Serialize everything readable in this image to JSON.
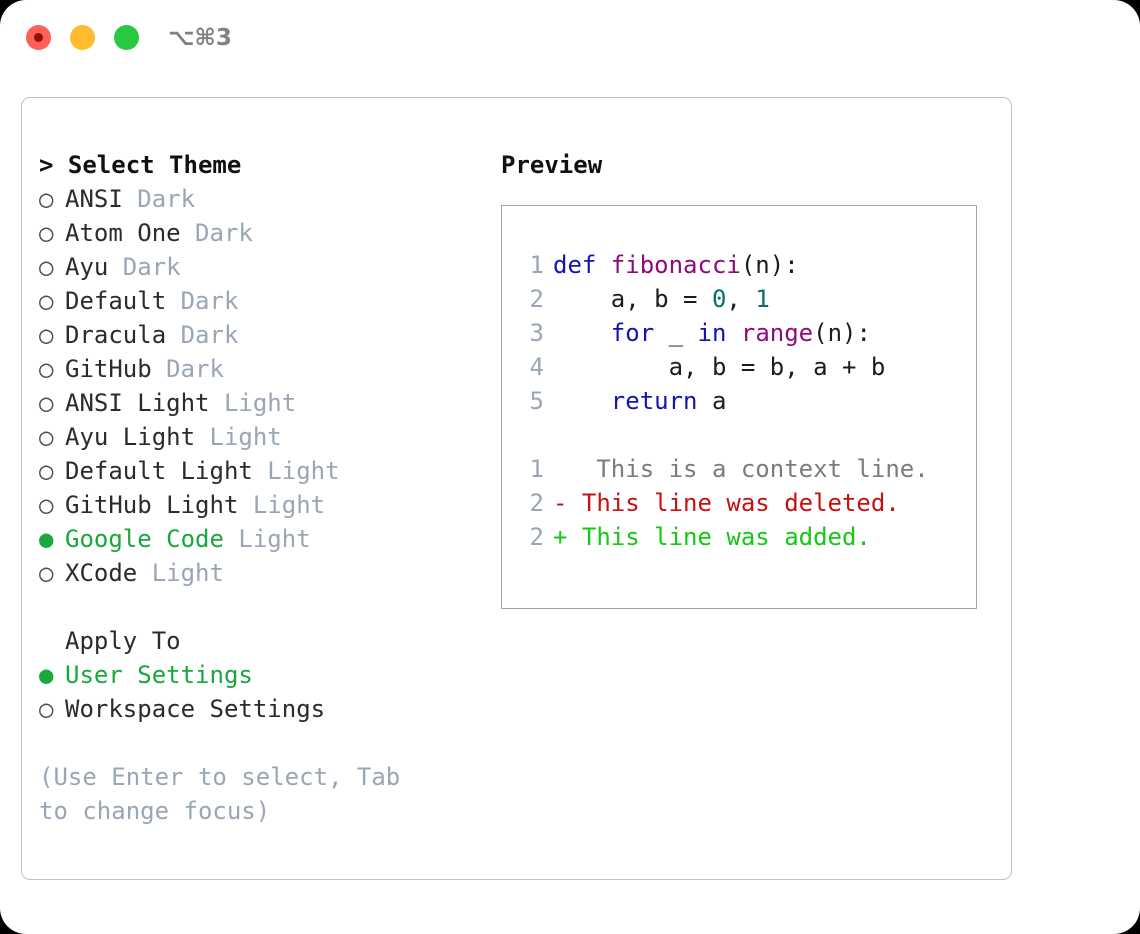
{
  "titlebar": {
    "shortcut": "⌥⌘3",
    "buttons": [
      {
        "name": "close",
        "color": "#ff5f57"
      },
      {
        "name": "minimize",
        "color": "#febc2e"
      },
      {
        "name": "maximize",
        "color": "#28c840"
      }
    ]
  },
  "theme_selector": {
    "header": "> Select Theme",
    "marker_selected": "●",
    "marker_unselected": "○",
    "accent_color": "#19a83c",
    "tag_color": "#9aa5b5",
    "items": [
      {
        "label": "ANSI",
        "tag": "Dark",
        "selected": false
      },
      {
        "label": "Atom One",
        "tag": "Dark",
        "selected": false
      },
      {
        "label": "Ayu",
        "tag": "Dark",
        "selected": false
      },
      {
        "label": "Default",
        "tag": "Dark",
        "selected": false
      },
      {
        "label": "Dracula",
        "tag": "Dark",
        "selected": false
      },
      {
        "label": "GitHub",
        "tag": "Dark",
        "selected": false
      },
      {
        "label": "ANSI Light",
        "tag": "Light",
        "selected": false
      },
      {
        "label": "Ayu Light",
        "tag": "Light",
        "selected": false
      },
      {
        "label": "Default Light",
        "tag": "Light",
        "selected": false
      },
      {
        "label": "GitHub Light",
        "tag": "Light",
        "selected": false
      },
      {
        "label": "Google Code",
        "tag": "Light",
        "selected": true
      },
      {
        "label": "XCode",
        "tag": "Light",
        "selected": false
      }
    ]
  },
  "apply_to": {
    "header": "Apply To",
    "items": [
      {
        "label": "User Settings",
        "selected": true
      },
      {
        "label": "Workspace Settings",
        "selected": false
      }
    ]
  },
  "hint": "(Use Enter to select, Tab to change focus)",
  "preview": {
    "title": "Preview",
    "code_lines": [
      {
        "num": "1",
        "tokens": [
          {
            "t": "def ",
            "c": "kw"
          },
          {
            "t": "fibonacci",
            "c": "fn"
          },
          {
            "t": "(n):",
            "c": "pl"
          }
        ]
      },
      {
        "num": "2",
        "tokens": [
          {
            "t": "    a, b = ",
            "c": "pl"
          },
          {
            "t": "0",
            "c": "num"
          },
          {
            "t": ", ",
            "c": "pl"
          },
          {
            "t": "1",
            "c": "num"
          }
        ]
      },
      {
        "num": "3",
        "tokens": [
          {
            "t": "    ",
            "c": "pl"
          },
          {
            "t": "for",
            "c": "kw"
          },
          {
            "t": " _ ",
            "c": "pl"
          },
          {
            "t": "in",
            "c": "kw"
          },
          {
            "t": " ",
            "c": "pl"
          },
          {
            "t": "range",
            "c": "fn"
          },
          {
            "t": "(n):",
            "c": "pl"
          }
        ]
      },
      {
        "num": "4",
        "tokens": [
          {
            "t": "        a, b = b, a + b",
            "c": "pl"
          }
        ]
      },
      {
        "num": "5",
        "tokens": [
          {
            "t": "    ",
            "c": "pl"
          },
          {
            "t": "return",
            "c": "kw"
          },
          {
            "t": " a",
            "c": "pl"
          }
        ]
      }
    ],
    "diff_lines": [
      {
        "num": "1",
        "marker": " ",
        "text": "  This is a context line.",
        "kind": "ctx"
      },
      {
        "num": "2",
        "marker": "-",
        "text": " This line was deleted.",
        "kind": "del"
      },
      {
        "num": "2",
        "marker": "+",
        "text": " This line was added.",
        "kind": "add"
      }
    ],
    "colors": {
      "keyword": "#1414b0",
      "function": "#8f0a7c",
      "number": "#07706e",
      "plain": "#1c1c1c",
      "line_number": "#9aa5b5",
      "diff_context": "#7c7c7c",
      "diff_deleted": "#c81010",
      "diff_added": "#14c814",
      "border": "#9aa5b5"
    }
  }
}
